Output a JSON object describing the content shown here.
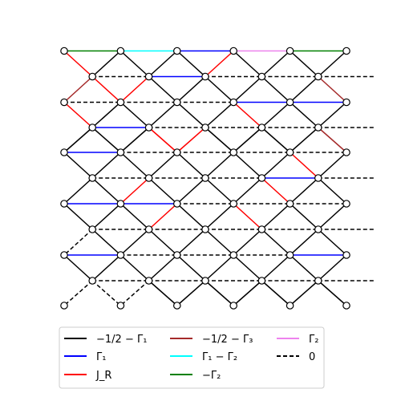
{
  "colors": {
    "minus_half_minus_g1": "#000000",
    "g1": "#0000ff",
    "jr": "#ff0000",
    "minus_half_minus_g3": "#a52a2a",
    "g1_minus_g2": "#00ffff",
    "minus_g2": "#008000",
    "g2": "#ee82ee",
    "zero": "#000000"
  },
  "legend": {
    "entries": [
      {
        "key": "minus_half_minus_g1",
        "label": "−1/2 − Γ₁",
        "style": "solid"
      },
      {
        "key": "g1",
        "label": "Γ₁",
        "style": "solid"
      },
      {
        "key": "jr",
        "label": "J_R",
        "style": "solid"
      },
      {
        "key": "minus_half_minus_g3",
        "label": "−1/2 − Γ₃",
        "style": "solid"
      },
      {
        "key": "g1_minus_g2",
        "label": "Γ₁ − Γ₂",
        "style": "solid"
      },
      {
        "key": "minus_g2",
        "label": "−Γ₂",
        "style": "solid"
      },
      {
        "key": "g2",
        "label": "Γ₂",
        "style": "solid"
      },
      {
        "key": "zero",
        "label": "0",
        "style": "dashed"
      }
    ]
  },
  "lattice": {
    "main_cols": 6,
    "main_rows": 6,
    "half_cols": 5,
    "half_rows": 5,
    "edges": {
      "top": [
        "minus_g2",
        "g1_minus_g2",
        "g1",
        "g2",
        "minus_g2"
      ],
      "diag": [
        [
          "jr",
          "minus_half_minus_g1",
          "minus_half_minus_g1",
          "minus_half_minus_g1",
          "minus_half_minus_g1",
          "jr",
          "minus_half_minus_g1",
          "minus_half_minus_g1",
          "minus_half_minus_g1",
          "minus_half_minus_g1"
        ],
        [
          "minus_half_minus_g3",
          "jr",
          "jr",
          "minus_half_minus_g1",
          "minus_half_minus_g1",
          "minus_half_minus_g1",
          "minus_half_minus_g1",
          "minus_half_minus_g1",
          "minus_half_minus_g1",
          "minus_half_minus_g3"
        ],
        [
          "jr",
          "minus_half_minus_g1",
          "minus_half_minus_g1",
          "minus_half_minus_g1",
          "minus_half_minus_g1",
          "minus_half_minus_g1",
          "jr",
          "minus_half_minus_g1",
          "minus_half_minus_g1",
          "minus_half_minus_g1"
        ],
        [
          "minus_half_minus_g1",
          "minus_half_minus_g1",
          "minus_half_minus_g1",
          "jr",
          "jr",
          "minus_half_minus_g1",
          "minus_half_minus_g1",
          "minus_half_minus_g1",
          "minus_half_minus_g1",
          "minus_half_minus_g3"
        ],
        [
          "minus_half_minus_g1",
          "minus_half_minus_g1",
          "minus_half_minus_g1",
          "minus_half_minus_g1",
          "minus_half_minus_g1",
          "minus_half_minus_g1",
          "minus_half_minus_g1",
          "minus_half_minus_g1",
          "jr",
          "minus_half_minus_g1"
        ],
        [
          "minus_half_minus_g1",
          "minus_half_minus_g1",
          "jr",
          "minus_half_minus_g1",
          "minus_half_minus_g1",
          "minus_half_minus_g1",
          "minus_half_minus_g1",
          "jr",
          "minus_half_minus_g1",
          "minus_half_minus_g1"
        ],
        [
          "minus_half_minus_g1",
          "minus_half_minus_g1",
          "minus_half_minus_g1",
          "jr",
          "minus_half_minus_g1",
          "minus_half_minus_g1",
          "jr",
          "minus_half_minus_g1",
          "minus_half_minus_g1",
          "minus_half_minus_g1"
        ],
        [
          "zero",
          "minus_half_minus_g1",
          "minus_half_minus_g1",
          "minus_half_minus_g1",
          "minus_half_minus_g1",
          "minus_half_minus_g1",
          "minus_half_minus_g1",
          "minus_half_minus_g1",
          "minus_half_minus_g1",
          "minus_half_minus_g1"
        ],
        [
          "minus_half_minus_g1",
          "minus_half_minus_g1",
          "minus_half_minus_g1",
          "minus_half_minus_g1",
          "minus_half_minus_g1",
          "minus_half_minus_g1",
          "minus_half_minus_g1",
          "minus_half_minus_g1",
          "minus_half_minus_g1",
          "minus_half_minus_g1"
        ],
        [
          "zero",
          "zero",
          "zero",
          "minus_half_minus_g1",
          "minus_half_minus_g1",
          "minus_half_minus_g1",
          "minus_half_minus_g1",
          "minus_half_minus_g1",
          "minus_half_minus_g1",
          "minus_half_minus_g1"
        ]
      ],
      "half_h": [
        [
          "zero",
          "g1",
          "zero",
          "zero",
          "zero"
        ],
        [
          "g1",
          "zero",
          "zero",
          "zero",
          "zero"
        ],
        [
          "zero",
          "zero",
          "zero",
          "g1",
          "zero"
        ],
        [
          "zero",
          "zero",
          "zero",
          "zero",
          "zero"
        ],
        [
          "zero",
          "zero",
          "zero",
          "zero",
          "zero"
        ]
      ],
      "main_h": [
        [
          "zero",
          "zero",
          "zero",
          "g1",
          "g1"
        ],
        [
          "g1",
          "zero",
          "zero",
          "zero",
          "zero"
        ],
        [
          "g1",
          "g1",
          "zero",
          "zero",
          "zero"
        ],
        [
          "g1",
          "zero",
          "zero",
          "zero",
          "g1"
        ]
      ]
    }
  }
}
